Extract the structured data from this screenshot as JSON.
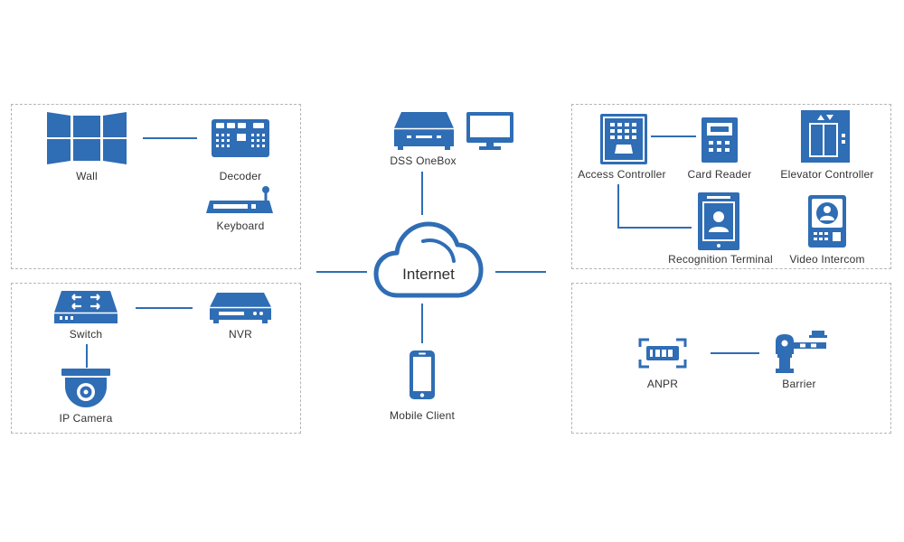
{
  "nodes": {
    "wall": "Wall",
    "decoder": "Decoder",
    "keyboard": "Keyboard",
    "switch": "Switch",
    "nvr": "NVR",
    "ip_camera": "IP Camera",
    "dss_onebox": "DSS OneBox",
    "internet": "Internet",
    "mobile_client": "Mobile Client",
    "access_controller": "Access Controller",
    "card_reader": "Card Reader",
    "elevator_controller": "Elevator Controller",
    "recognition_terminal": "Recognition Terminal",
    "video_intercom": "Video Intercom",
    "anpr": "ANPR",
    "barrier": "Barrier"
  },
  "colors": {
    "accent": "#2f6db5",
    "border": "#b5b5b5"
  }
}
